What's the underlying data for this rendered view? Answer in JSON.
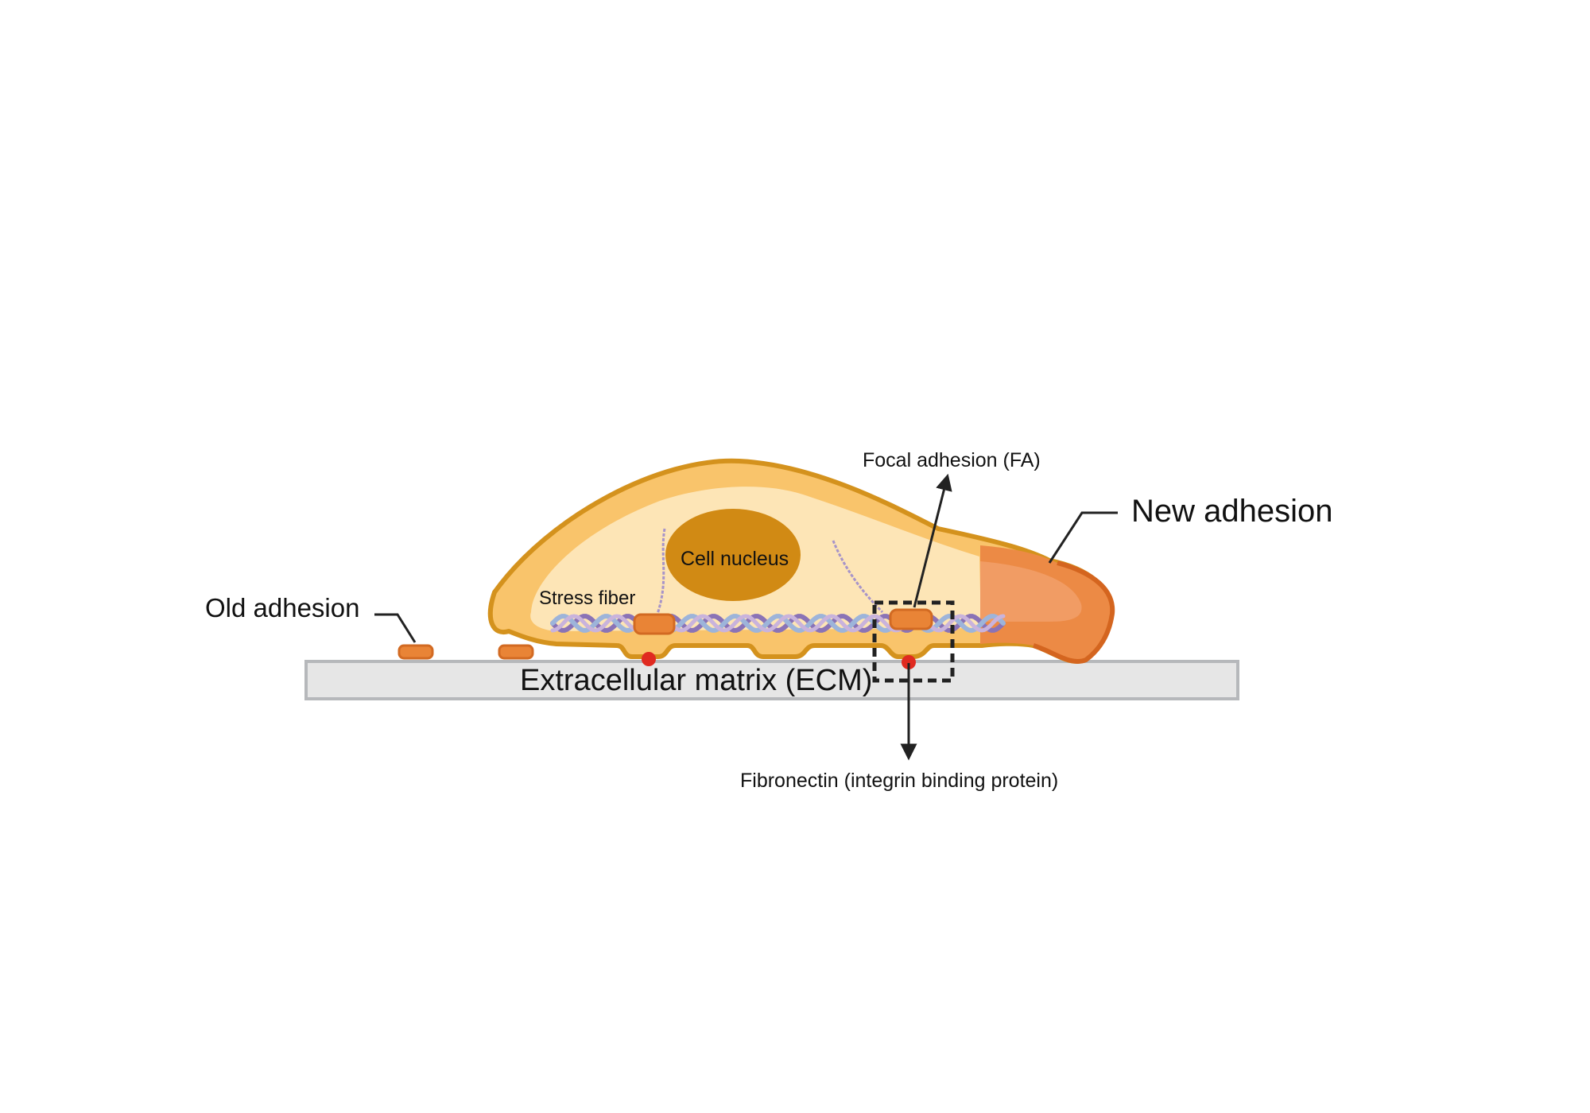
{
  "labels": {
    "old_adhesion": "Old adhesion",
    "new_adhesion": "New adhesion",
    "focal_adhesion": "Focal adhesion (FA)",
    "cell_nucleus": "Cell nucleus",
    "stress_fiber": "Stress fiber",
    "ecm": "Extracellular matrix (ECM)",
    "fibronectin": "Fibronectin (integrin binding protein)"
  },
  "colors": {
    "cell_outline": "#d4921d",
    "cell_outer": "#f9c46b",
    "cell_inner": "#fde5b6",
    "nucleus": "#d18a14",
    "adhesion": "#e98436",
    "adhesion_stroke": "#d26a22",
    "new_adhesion_region": "#ec8a45",
    "fiber_dark": "#8a73b6",
    "fiber_blue": "#9db4da",
    "fiber_light": "#c9b3dc",
    "ecm_fill": "#e6e6e6",
    "ecm_stroke": "#b6b8bb",
    "fibronectin": "#e02a20",
    "line": "#222222"
  }
}
